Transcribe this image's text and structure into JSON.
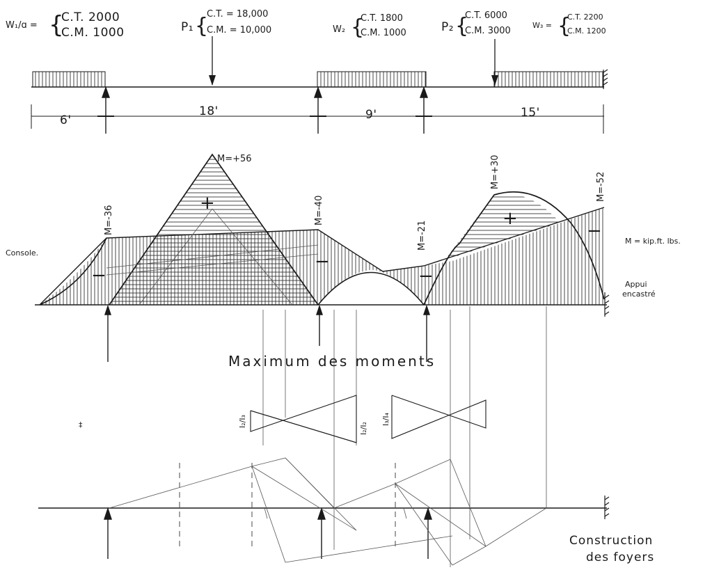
{
  "loads": {
    "w1": {
      "name": "W₁/ɑ =",
      "ct": "C.T. 2000",
      "cm": "C.M. 1000"
    },
    "p1": {
      "name": "P₁",
      "ct": "C.T. = 18,000",
      "cm": "C.M. = 10,000"
    },
    "w2": {
      "name": "W₂",
      "ct": "C.T. 1800",
      "cm": "C.M. 1000"
    },
    "p2": {
      "name": "P₂",
      "ct": "C.T. 6000",
      "cm": "C.M. 3000"
    },
    "w3": {
      "name": "W₃ =",
      "ct": "C.T. 2200",
      "cm": "C.M. 1200"
    }
  },
  "spans": [
    "6'",
    "18'",
    "9'",
    "15'"
  ],
  "moments": {
    "m1": "M=-36",
    "m2": "M=+56",
    "m3": "M=-40",
    "m4": "M=-21",
    "m5": "M=+30",
    "m6": "M=-52",
    "plus": "+",
    "minus": "−"
  },
  "labels": {
    "console": "Console.",
    "units": "M = kip.ft. lbs.",
    "appui_line1": "Appui",
    "appui_line2": "encastré",
    "title_moments": "Maximum   des   moments",
    "i1": "I₂/I₃",
    "i2": "I₂/I₂",
    "i3": "I₃/I₄",
    "mark": "‡",
    "foyers_line1": "Construction",
    "foyers_line2": "des foyers"
  }
}
